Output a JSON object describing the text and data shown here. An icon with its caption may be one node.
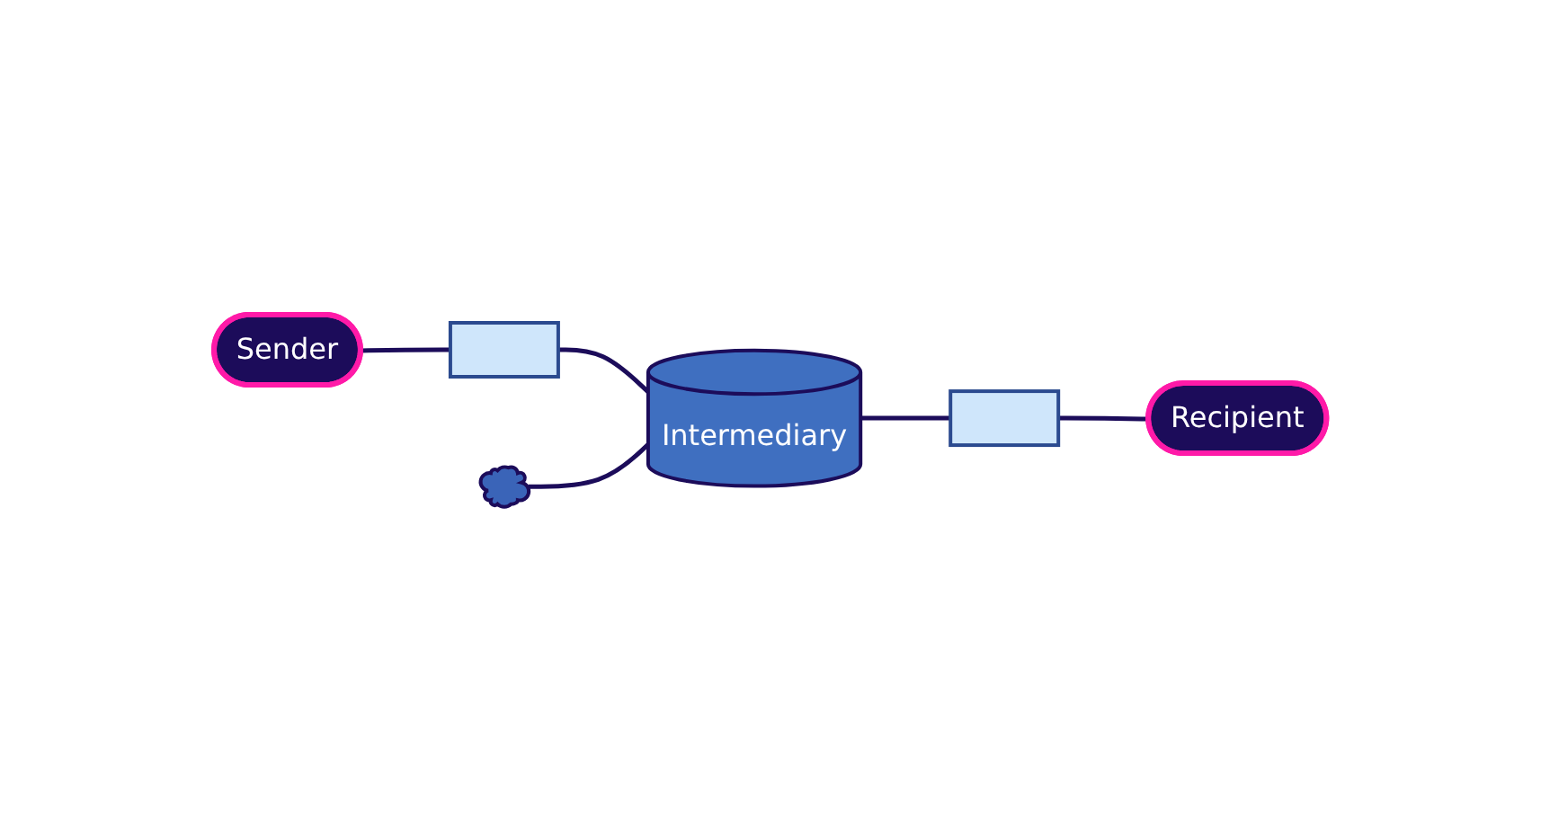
{
  "diagram": {
    "nodes": [
      {
        "text": [
          "Sender"
        ]
      },
      {
        "text": [],
        "shape": "box"
      },
      {
        "text": [
          "Intermediary"
        ]
      },
      {
        "text": [],
        "shape": "cloud"
      },
      {
        "text": [],
        "shape": "box"
      },
      {
        "text": [
          "Recipient"
        ]
      }
    ],
    "edges": [
      {
        "from": 0,
        "to": 1,
        "arrow": "none"
      },
      {
        "from": 1,
        "to": 2,
        "arrow": "none"
      },
      {
        "from": 3,
        "to": 2,
        "arrow": "none"
      },
      {
        "from": 2,
        "to": 4,
        "arrow": "none"
      },
      {
        "from": 4,
        "to": 5,
        "arrow": "none"
      }
    ]
  }
}
